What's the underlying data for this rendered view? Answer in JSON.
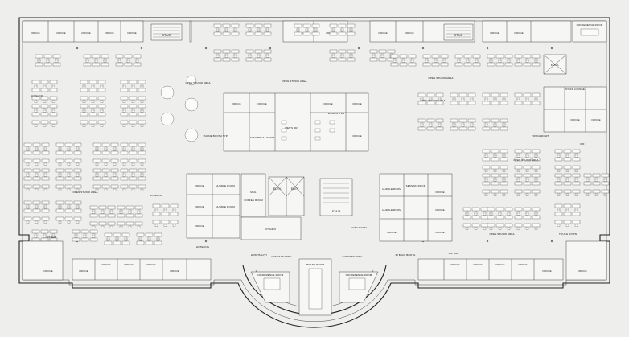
{
  "labels": {
    "stair_top_left": "STAIR",
    "stair_top_right": "STAIR",
    "stair_core": "STAIR",
    "conference_top_right": "CONFERENCE ROOM",
    "open_studio_nw": "OPEN STUDIO AREA",
    "open_studio_nc": "OPEN STUDIO AREA",
    "open_studio_ne": "OPEN STUDIO AREA",
    "open_studio_top_c": "OPEN STUDIO AREA",
    "open_studio_w": "OPEN STUDIO AREA",
    "open_studio_c": "OPEN STUDIO AREA",
    "open_studio_e": "OPEN STUDIO AREA",
    "open_studio_se": "OPEN STUDIO AREA",
    "phone_booth": "PHONE BOOTH TYP.",
    "electrical_room": "ELECTRICAL ROOM",
    "mens_rr": "MEN'S RR",
    "womens_rr": "WOMEN'S RR",
    "elev_left": "ELEV.",
    "elev_right": "ELEV.",
    "elev_top_right": "ELEV.",
    "lobby": "LOBBY",
    "mail": "MAIL",
    "copy_room": "COPY ROOM",
    "huddle_room_1": "HUDDLE ROOM",
    "huddle_room_2": "HUDDLE ROOM",
    "huddle_room_3": "HUDDLE ROOM",
    "huddle_room_4": "HUDDLE ROOM",
    "hoteling": "HOTELING",
    "kitchen": "KITCHEN",
    "coffee_room": "COFFEE ROOM",
    "session_room": "SESSION ROOM",
    "hospitality": "HOSPITALITY",
    "guest_seating_left": "GUEST SEATING",
    "guest_seating_right": "GUEST SEATING",
    "board_room": "BOARD ROOM",
    "conference_room_left": "CONFERENCE ROOM",
    "conference_room_right": "CONFERENCE ROOM",
    "in_back_booth": "IN BACK BOOTH",
    "idf_hub_left": "IDF HUB",
    "idf_hub_right": "IDF HUB",
    "idf_room": "IDF",
    "touch_down_top": "TOUCH DOWN",
    "touch_down_bottom": "TOUCH DOWN",
    "staff_lounge": "STAFF LOUNGE",
    "office": "OFFICE"
  }
}
